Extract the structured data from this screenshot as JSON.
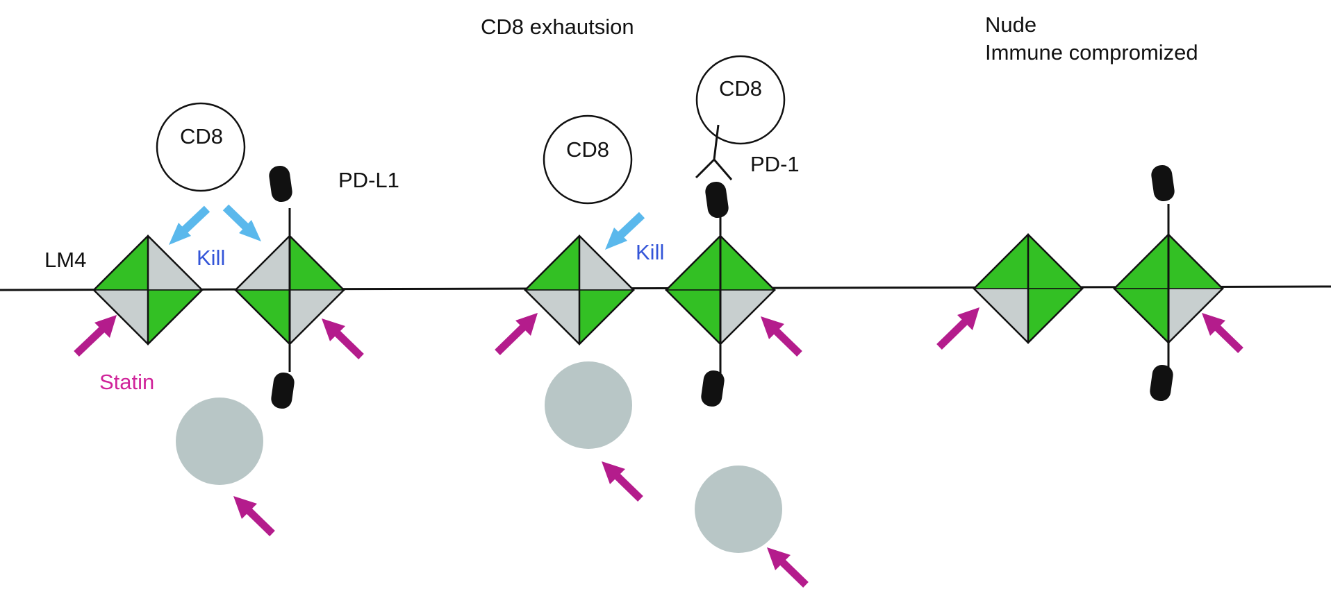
{
  "colors": {
    "green": "#33c024",
    "grey": "#c8cfcf",
    "ball": "#b8c6c6",
    "kill_arrow": "#5ab8ec",
    "statin_arrow": "#b41c8c",
    "kill_text": "#3355d8",
    "statin_text": "#d0249a",
    "line": "#111111"
  },
  "panels": {
    "left": {
      "cd8_label": "CD8",
      "pdl1_label": "PD-L1",
      "lm4_label": "LM4",
      "kill_label": "Kill",
      "statin_label": "Statin"
    },
    "middle": {
      "title": "CD8 exhautsion",
      "cd8_label": "CD8",
      "cd8_exhausted_label": "CD8",
      "pd1_label": "PD-1",
      "kill_label": "Kill"
    },
    "right": {
      "title_line1": "Nude",
      "title_line2": "Immune compromized"
    }
  },
  "icons": {
    "cell": "diamond-tumor-cell-icon",
    "receptor": "pdl1-receptor-icon",
    "antibody": "pd1-receptor-icon",
    "ball": "statin-particle-icon"
  }
}
